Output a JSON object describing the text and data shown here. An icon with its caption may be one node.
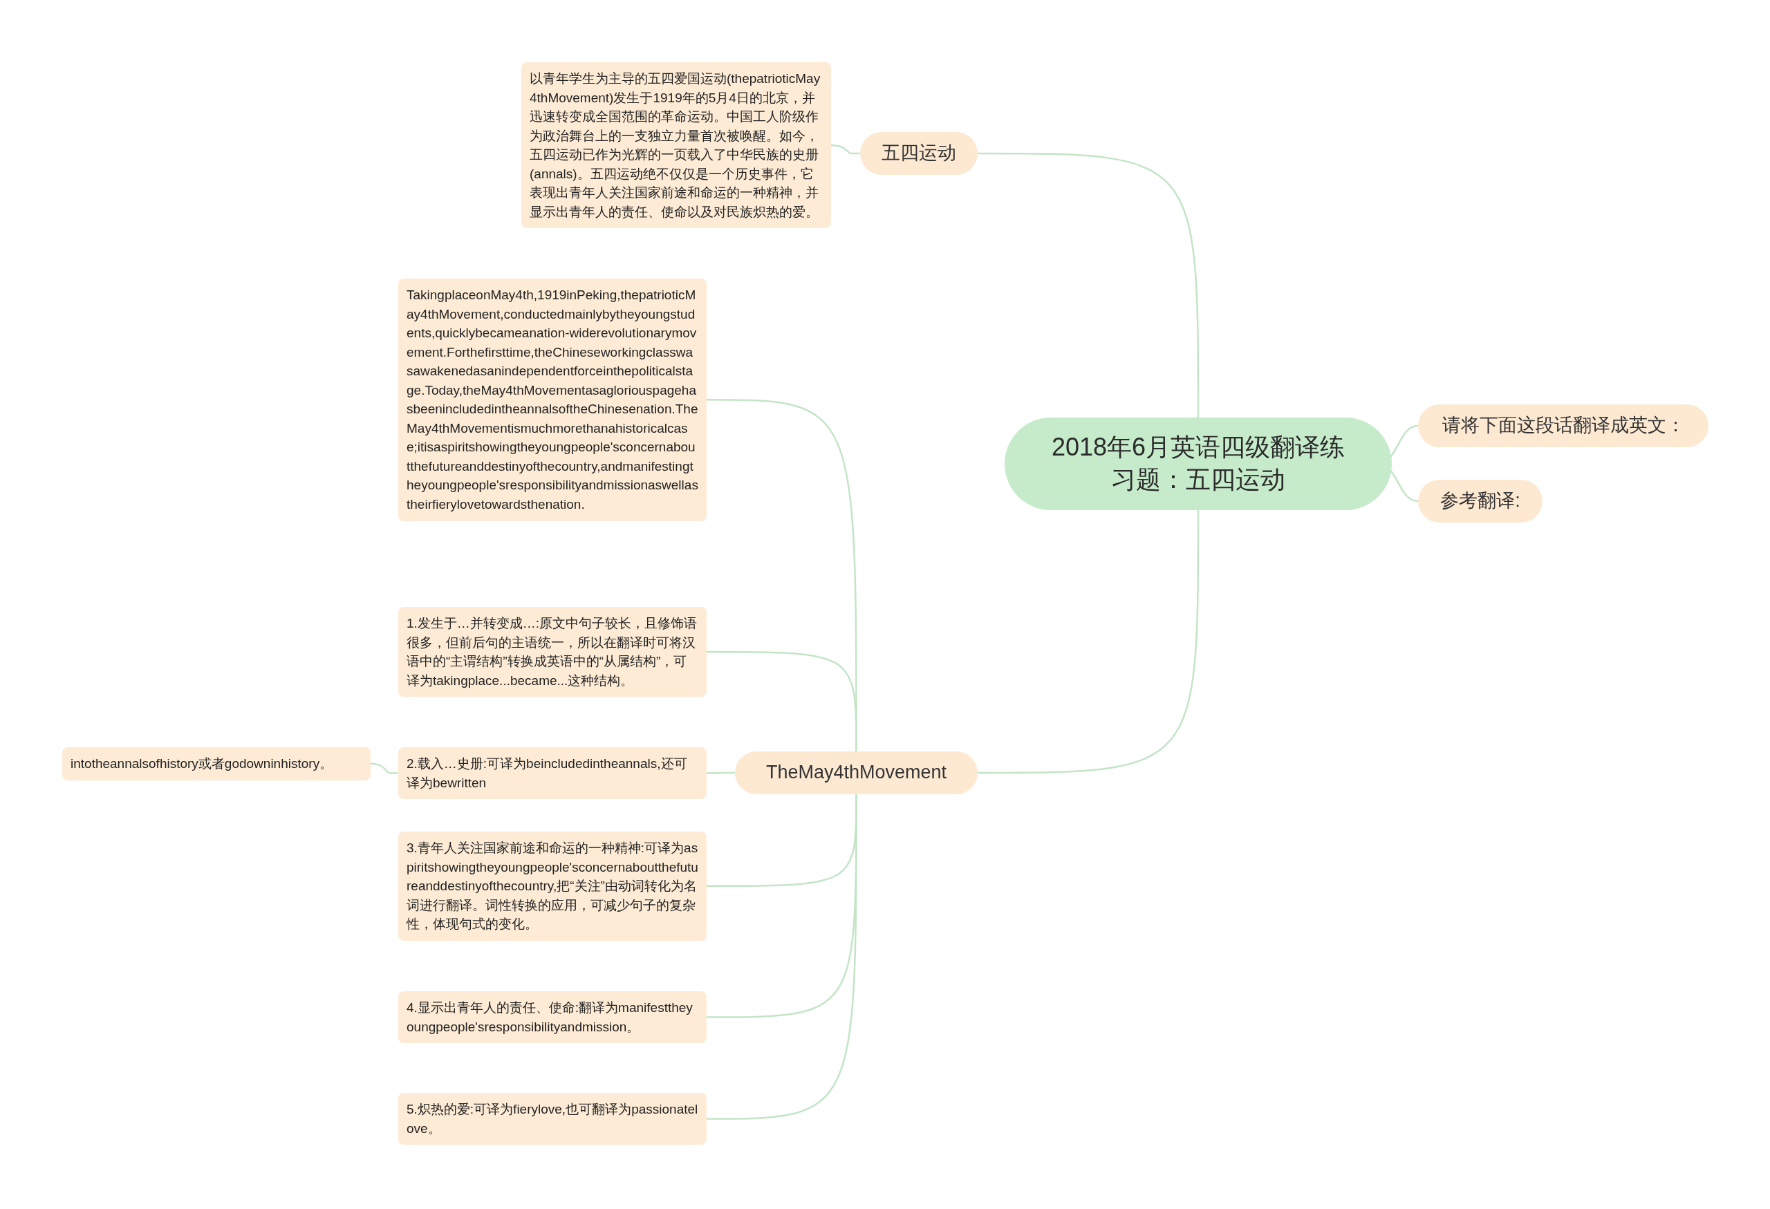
{
  "diagram": {
    "nodes": [
      {
        "text": [
          "2018年6月英语四级翻译练习题：五四运动"
        ]
      },
      {
        "text": [
          "请将下面这段话翻译成英文："
        ]
      },
      {
        "text": [
          "参考翻译:"
        ]
      },
      {
        "text": [
          "五四运动"
        ]
      },
      {
        "text": [
          "以青年学生为主导的五四爱国运动(thepatrioticMay4thMovement)发生于1919年的5月4日的北京，并迅速转变成全国范围的革命运动。中国工人阶级作为政治舞台上的一支独立力量首次被唤醒。如今，五四运动已作为光辉的一页载入了中华民族的史册(annals)。五四运动绝不仅仅是一个历史事件，它表现出青年人关注国家前途和命运的一种精神，并显示出青年人的责任、使命以及对民族炽热的爱。"
        ]
      },
      {
        "text": [
          "TheMay4thMovement"
        ]
      },
      {
        "text": [
          "TakingplaceonMay4th,1919inPeking,thepatrioticMay4thMovement,conductedmainlybytheyoungstudents,quicklybecameanation-widerevolutionarymovement.Forthefirsttime,theChineseworkingclasswasawakenedasanindependentforceinthepoliticalstage.Today,theMay4thMovementasagloriouspagehasbeenincludedintheannalsoftheChinesenation.TheMay4thMovementismuchmorethanahistoricalcase;itisaspiritshowingtheyoungpeople'sconcernaboutthefutureanddestinyofthecountry,andmanifestingtheyoungpeople'sresponsibilityandmissionaswellastheirfierylovetowardsthenation."
        ]
      },
      {
        "text": [
          "1.发生于…并转变成…:原文中句子较长，且修饰语很多，但前后句的主语统一，所以在翻译时可将汉语中的“主谓结构”转换成英语中的“从属结构”，可译为takingplace...became...这种结构。"
        ]
      },
      {
        "text": [
          "2.载入…史册:可译为beincludedintheannals,还可译为bewritten"
        ]
      },
      {
        "text": [
          "intotheannalsofhistory或者godowninhistory。"
        ]
      },
      {
        "text": [
          "3.青年人关注国家前途和命运的一种精神:可译为aspiritshowingtheyoungpeople'sconcernaboutthefutureanddestinyofthecountry,把“关注”由动词转化为名词进行翻译。词性转换的应用，可减少句子的复杂性，体现句式的变化。"
        ]
      },
      {
        "text": [
          "4.显示出青年人的责任、使命:翻译为manifesttheyoungpeople'sresponsibilityandmission。"
        ]
      },
      {
        "text": [
          "5.炽热的爱:可译为fierylove,也可翻译为passionatelove。"
        ]
      }
    ],
    "edges": [
      {
        "from": 0,
        "to": 1,
        "arrow": "none"
      },
      {
        "from": 0,
        "to": 2,
        "arrow": "none"
      },
      {
        "from": 0,
        "to": 3,
        "arrow": "none"
      },
      {
        "from": 0,
        "to": 5,
        "arrow": "none"
      },
      {
        "from": 3,
        "to": 4,
        "arrow": "none"
      },
      {
        "from": 5,
        "to": 6,
        "arrow": "none"
      },
      {
        "from": 5,
        "to": 7,
        "arrow": "none"
      },
      {
        "from": 5,
        "to": 8,
        "arrow": "none"
      },
      {
        "from": 5,
        "to": 10,
        "arrow": "none"
      },
      {
        "from": 5,
        "to": 11,
        "arrow": "none"
      },
      {
        "from": 5,
        "to": 12,
        "arrow": "none"
      },
      {
        "from": 8,
        "to": 9,
        "arrow": "none"
      }
    ]
  }
}
